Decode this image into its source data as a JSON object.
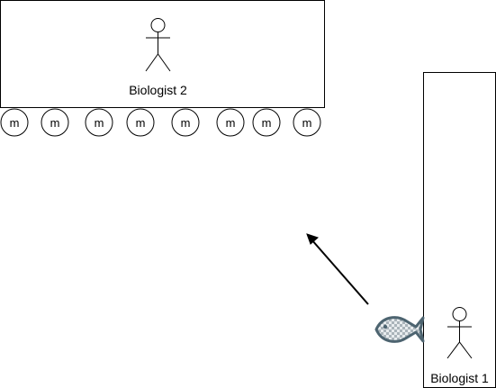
{
  "colors": {
    "stroke": "#000000",
    "background": "#ffffff",
    "fish_fill": "#c9d0d4",
    "fish_stroke": "#4d6470"
  },
  "boxes": {
    "top": {
      "label": "Biologist 2"
    },
    "right": {
      "label": "Biologist 1"
    }
  },
  "markers": {
    "label": "m",
    "count": 8
  },
  "icons": {
    "person": "person-icon",
    "fish": "fish-icon",
    "arrow": "arrow-icon"
  }
}
